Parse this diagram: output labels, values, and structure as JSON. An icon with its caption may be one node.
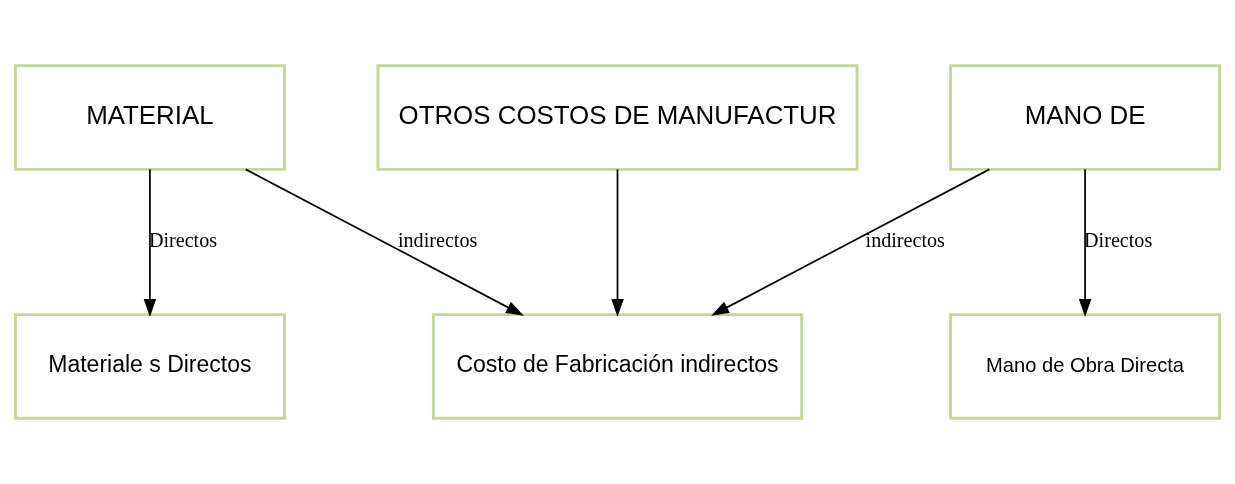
{
  "diagram": {
    "nodes": [
      {
        "text": [
          "MATERIAL"
        ]
      },
      {
        "text": [
          "OTROS COSTOS DE MANUFACTUR"
        ]
      },
      {
        "text": [
          "MANO DE"
        ]
      },
      {
        "text": [
          "Materiale s Directos"
        ]
      },
      {
        "text": [
          "Costo de Fabricación indirectos"
        ]
      },
      {
        "text": [
          "Mano de Obra Directa"
        ]
      }
    ],
    "edges": [
      {
        "from": 0,
        "to": 3,
        "arrow": "to",
        "label": "Directos"
      },
      {
        "from": 0,
        "to": 4,
        "arrow": "to",
        "label": "indirectos"
      },
      {
        "from": 1,
        "to": 4,
        "arrow": "to"
      },
      {
        "from": 2,
        "to": 4,
        "arrow": "to",
        "label": "indirectos"
      },
      {
        "from": 2,
        "to": 5,
        "arrow": "to",
        "label": "Directos"
      }
    ]
  }
}
